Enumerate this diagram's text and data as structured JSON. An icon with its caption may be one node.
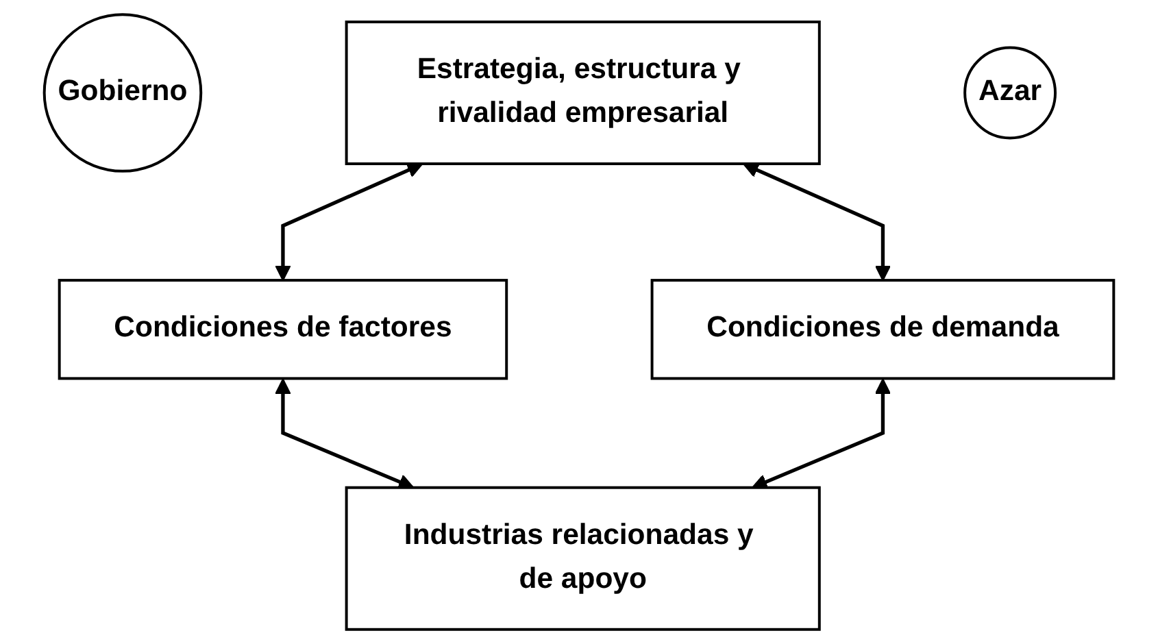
{
  "diagram": {
    "nodes": [
      {
        "text": [
          "Gobierno"
        ]
      },
      {
        "text": [
          "Estrategia, estructura y rivalidad empresarial"
        ]
      },
      {
        "text": [
          "Condiciones de factores"
        ]
      },
      {
        "text": [
          "Condiciones de demanda"
        ]
      },
      {
        "text": [
          "Industrias relacionadas y de apoyo"
        ]
      },
      {
        "text": [
          "Azar"
        ]
      }
    ],
    "edges": [
      {
        "from": 1,
        "to": 2,
        "arrow": "both"
      },
      {
        "from": 1,
        "to": 3,
        "arrow": "both"
      },
      {
        "from": 2,
        "to": 4,
        "arrow": "both"
      },
      {
        "from": 3,
        "to": 4,
        "arrow": "both"
      }
    ]
  }
}
